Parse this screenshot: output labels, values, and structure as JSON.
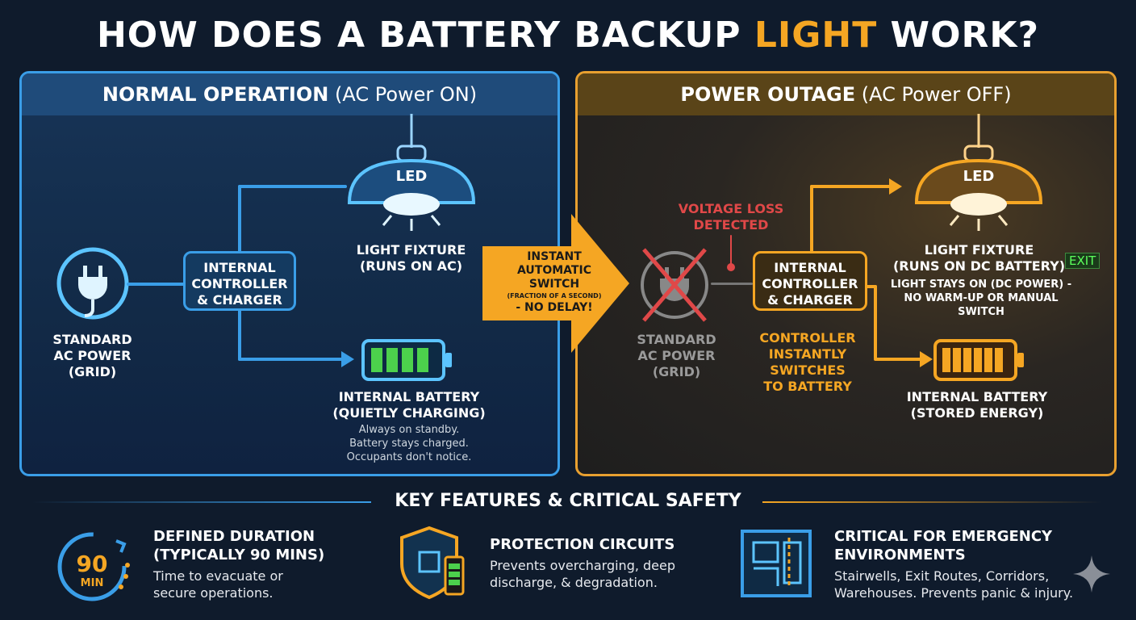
{
  "title": {
    "part1": "HOW DOES A BATTERY BACKUP ",
    "highlight": "LIGHT",
    "part2": " WORK?"
  },
  "normal": {
    "heading_bold": "NORMAL OPERATION",
    "heading_rest": " (AC Power ON)",
    "led": "LED",
    "fixture": "LIGHT FIXTURE",
    "fixture_sub": "(RUNS ON AC)",
    "controller": [
      "INTERNAL",
      "CONTROLLER",
      "& CHARGER"
    ],
    "power": [
      "STANDARD",
      "AC POWER",
      "(GRID)"
    ],
    "battery": "INTERNAL BATTERY",
    "battery_sub": "(QUIETLY CHARGING)",
    "notes": [
      "Always on standby.",
      "Battery stays charged.",
      "Occupants don't notice."
    ]
  },
  "switch": {
    "lines": [
      "INSTANT",
      "AUTOMATIC",
      "SWITCH"
    ],
    "fine": "(FRACTION OF A SECOND)",
    "delay": "- NO DELAY!"
  },
  "outage": {
    "heading_bold": "POWER OUTAGE",
    "heading_rest": " (AC Power OFF)",
    "led": "LED",
    "voltage": [
      "VOLTAGE LOSS",
      "DETECTED"
    ],
    "fixture": "LIGHT FIXTURE",
    "fixture_sub": "(RUNS ON DC BATTERY)",
    "exit": "EXIT",
    "fixture_note": [
      "LIGHT STAYS ON (DC POWER) -",
      "NO WARM-UP OR MANUAL SWITCH"
    ],
    "controller": [
      "INTERNAL",
      "CONTROLLER",
      "& CHARGER"
    ],
    "switch_note": [
      "CONTROLLER",
      "INSTANTLY",
      "SWITCHES",
      "TO BATTERY"
    ],
    "power": [
      "STANDARD",
      "AC POWER",
      "(GRID)"
    ],
    "battery": "INTERNAL BATTERY",
    "battery_sub": "(STORED ENERGY)"
  },
  "features": {
    "heading": "KEY FEATURES & CRITICAL SAFETY",
    "items": [
      {
        "icon": "timer-icon",
        "badge_num": "90",
        "badge_unit": "MIN",
        "title": [
          "DEFINED DURATION",
          "(TYPICALLY 90 MINS)"
        ],
        "text": [
          "Time to evacuate or",
          "secure operations."
        ]
      },
      {
        "icon": "shield-chip-icon",
        "title": [
          "PROTECTION CIRCUITS"
        ],
        "text": [
          "Prevents overcharging, deep",
          "discharge, & degradation."
        ]
      },
      {
        "icon": "floor-plan-icon",
        "title": [
          "CRITICAL FOR EMERGENCY",
          "ENVIRONMENTS"
        ],
        "text": [
          "Stairwells, Exit Routes, Corridors,",
          "Warehouses. Prevents panic & injury."
        ]
      }
    ]
  },
  "colors": {
    "blue": "#3a9ee8",
    "orange": "#f5a623",
    "red": "#e04848",
    "green": "#4cd14c"
  }
}
